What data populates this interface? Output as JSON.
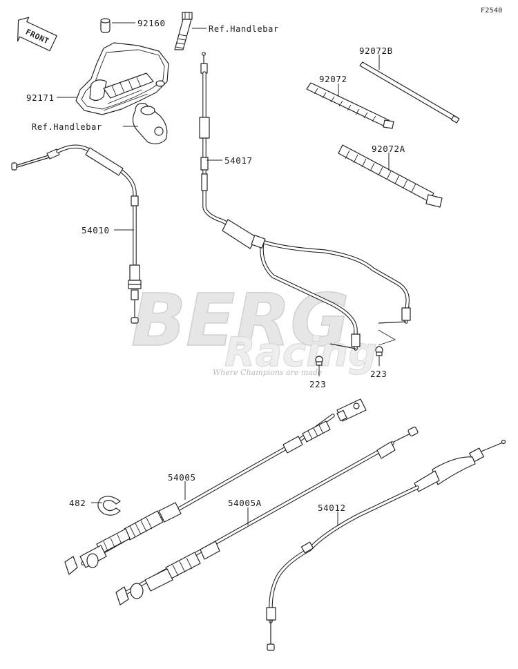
{
  "diagram_code": "F2540",
  "front_label": "FRONT",
  "watermark": {
    "brand_line1": "BERG",
    "brand_line2": "Racing",
    "tagline": "Where Champions are made"
  },
  "labels": {
    "p92160": "92160",
    "ref_handlebar_top": "Ref.Handlebar",
    "p92171": "92171",
    "ref_handlebar_mid": "Ref.Handlebar",
    "p54010": "54010",
    "p54017": "54017",
    "p92072B": "92072B",
    "p92072": "92072",
    "p92072A": "92072A",
    "p223_left": "223",
    "p223_right": "223",
    "p54005": "54005",
    "p482": "482",
    "p54005A": "54005A",
    "p54012": "54012"
  }
}
